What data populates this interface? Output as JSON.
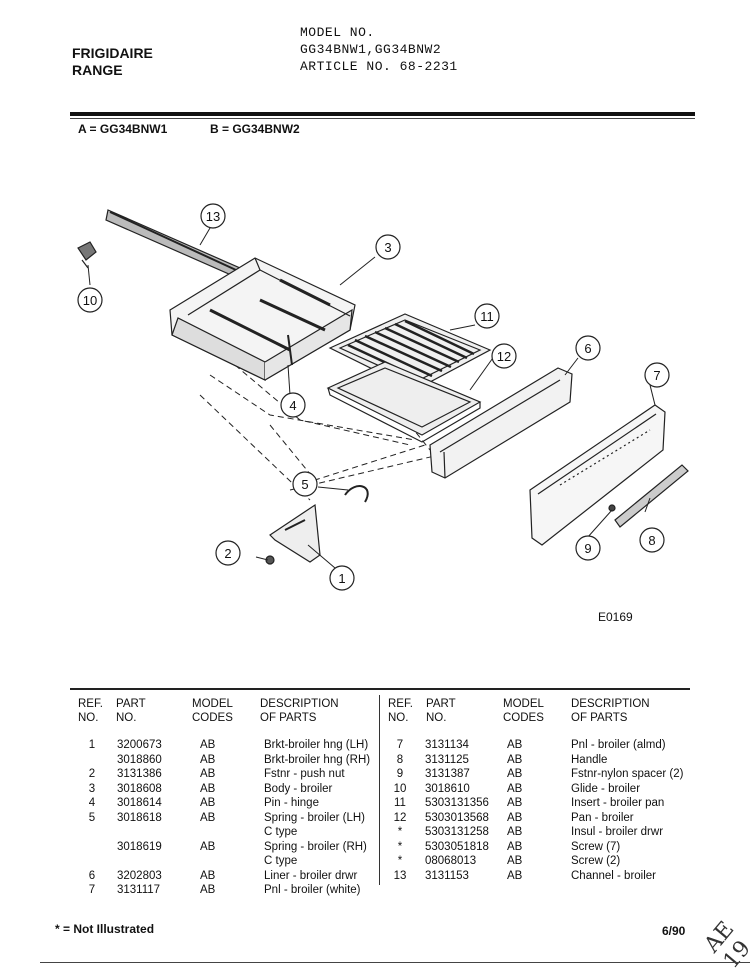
{
  "header": {
    "brand_line1": "FRIGIDAIRE",
    "brand_line2": "RANGE",
    "model_line1": "MODEL NO.",
    "model_line2": "GG34BNW1,GG34BNW2",
    "article_line": "ARTICLE NO. 68-2231"
  },
  "variants": {
    "a": "A = GG34BNW1",
    "b": "B = GG34BNW2"
  },
  "diagram": {
    "code": "E0169",
    "callouts": [
      "1",
      "2",
      "3",
      "4",
      "5",
      "6",
      "7",
      "8",
      "9",
      "10",
      "11",
      "12",
      "13"
    ]
  },
  "table": {
    "headers": {
      "ref1": "REF.",
      "ref2": "NO.",
      "part1": "PART",
      "part2": "NO.",
      "model1": "MODEL",
      "model2": "CODES",
      "desc1": "DESCRIPTION",
      "desc2": "OF PARTS"
    },
    "left_rows": [
      {
        "ref": "1",
        "part": "3200673",
        "codes": "AB",
        "desc": "Brkt-broiler hng (LH)"
      },
      {
        "ref": "",
        "part": "3018860",
        "codes": "AB",
        "desc": "Brkt-broiler hng (RH)"
      },
      {
        "ref": "2",
        "part": "3131386",
        "codes": "AB",
        "desc": "Fstnr - push nut"
      },
      {
        "ref": "3",
        "part": "3018608",
        "codes": "AB",
        "desc": "Body - broiler"
      },
      {
        "ref": "4",
        "part": "3018614",
        "codes": "AB",
        "desc": "Pin - hinge"
      },
      {
        "ref": "5",
        "part": "3018618",
        "codes": "AB",
        "desc": "Spring - broiler (LH)"
      },
      {
        "ref": "",
        "part": "",
        "codes": "",
        "desc": "C type"
      },
      {
        "ref": "",
        "part": "3018619",
        "codes": "AB",
        "desc": "Spring - broiler (RH)"
      },
      {
        "ref": "",
        "part": "",
        "codes": "",
        "desc": "C type"
      },
      {
        "ref": "6",
        "part": "3202803",
        "codes": "AB",
        "desc": "Liner - broiler drwr"
      },
      {
        "ref": "7",
        "part": "3131117",
        "codes": "AB",
        "desc": "Pnl - broiler (white)"
      }
    ],
    "right_rows": [
      {
        "ref": "7",
        "part": "3131134",
        "codes": "AB",
        "desc": "Pnl - broiler (almd)"
      },
      {
        "ref": "8",
        "part": "3131125",
        "codes": "AB",
        "desc": "Handle"
      },
      {
        "ref": "9",
        "part": "3131387",
        "codes": "AB",
        "desc": "Fstnr-nylon spacer (2)"
      },
      {
        "ref": "10",
        "part": "3018610",
        "codes": "AB",
        "desc": "Glide - broiler"
      },
      {
        "ref": "11",
        "part": "5303131356",
        "codes": "AB",
        "desc": "Insert - broiler pan"
      },
      {
        "ref": "12",
        "part": "5303013568",
        "codes": "AB",
        "desc": "Pan - broiler"
      },
      {
        "ref": "*",
        "part": "5303131258",
        "codes": "AB",
        "desc": "Insul - broiler drwr"
      },
      {
        "ref": "*",
        "part": "5303051818",
        "codes": "AB",
        "desc": "Screw (7)"
      },
      {
        "ref": "*",
        "part": "08068013",
        "codes": "AB",
        "desc": "Screw (2)"
      },
      {
        "ref": "13",
        "part": "3131153",
        "codes": "AB",
        "desc": "Channel - broiler"
      }
    ]
  },
  "footer": {
    "note": "* = Not Illustrated",
    "date": "6/90",
    "handwritten": "AE 19"
  }
}
